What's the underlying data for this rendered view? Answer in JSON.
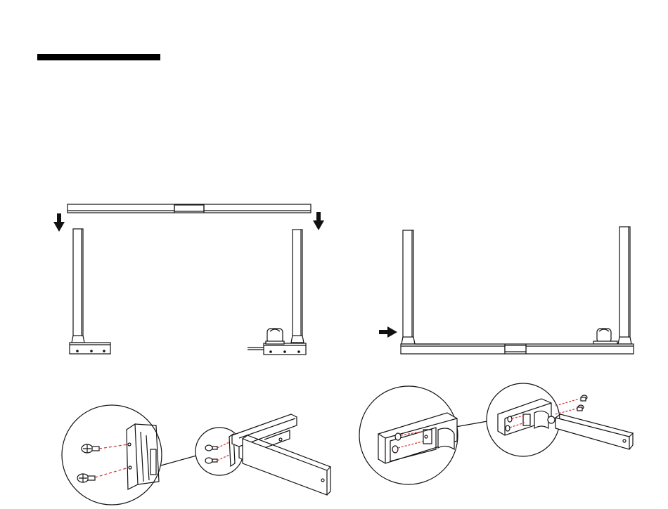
{
  "page": {
    "background": "#ffffff",
    "ink": "#111111",
    "accent_line": "#d0312d",
    "heading_bar_color": "#000000"
  },
  "figures": [
    {
      "name": "step-top-left",
      "parts": [
        "crossbar-beam",
        "leg-left",
        "leg-right",
        "foot-left",
        "foot-right-with-motor",
        "power-cable"
      ],
      "arrows": [
        {
          "name": "arrow-down-left",
          "direction": "down",
          "icon": "arrow-down-icon"
        },
        {
          "name": "arrow-down-right",
          "direction": "down",
          "icon": "arrow-down-icon"
        }
      ]
    },
    {
      "name": "step-top-right",
      "parts": [
        "leg-left",
        "leg-right",
        "base-beam",
        "motor"
      ],
      "arrows": [
        {
          "name": "arrow-right",
          "direction": "right",
          "icon": "arrow-right-icon"
        }
      ]
    },
    {
      "name": "detail-bottom-left",
      "parts": [
        "zoom-circle-large",
        "zoom-circle-small",
        "bracket-plate",
        "screw-upper",
        "screw-lower",
        "beam-section",
        "arm-extension"
      ]
    },
    {
      "name": "detail-bottom-right",
      "parts": [
        "zoom-circle-large",
        "zoom-circle-small",
        "beam-end",
        "screws",
        "arm-extension"
      ]
    }
  ]
}
